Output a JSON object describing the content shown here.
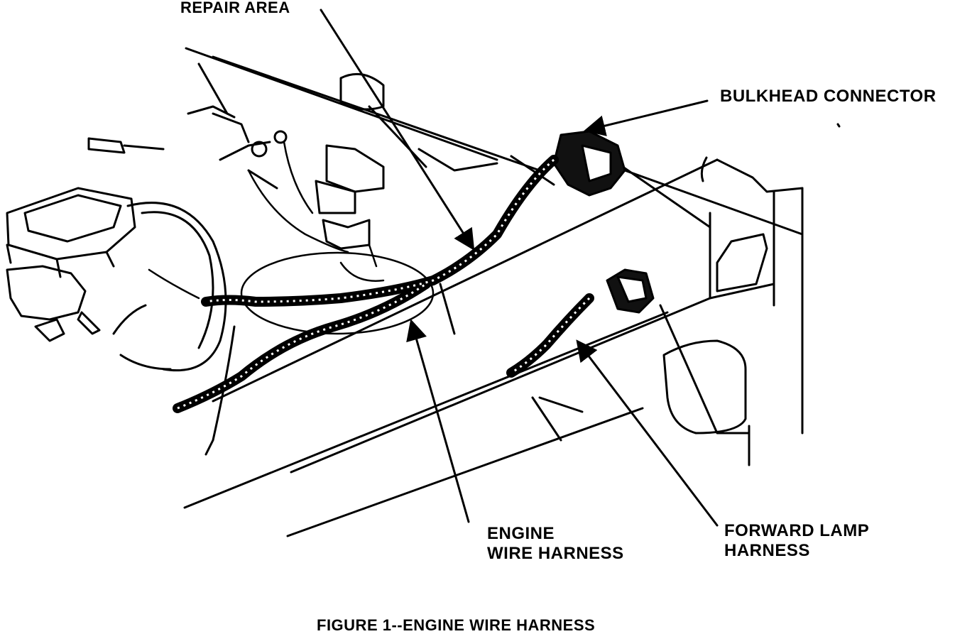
{
  "labels": {
    "repair_area": "REPAIR AREA",
    "bulkhead_connector": "BULKHEAD CONNECTOR",
    "engine_wire_harness_line1": "ENGINE",
    "engine_wire_harness_line2": "WIRE HARNESS",
    "forward_lamp_harness_line1": "FORWARD LAMP",
    "forward_lamp_harness_line2": "HARNESS"
  },
  "caption": "FIGURE 1--ENGINE WIRE HARNESS",
  "colors": {
    "ink": "#000000",
    "paper": "#ffffff"
  }
}
